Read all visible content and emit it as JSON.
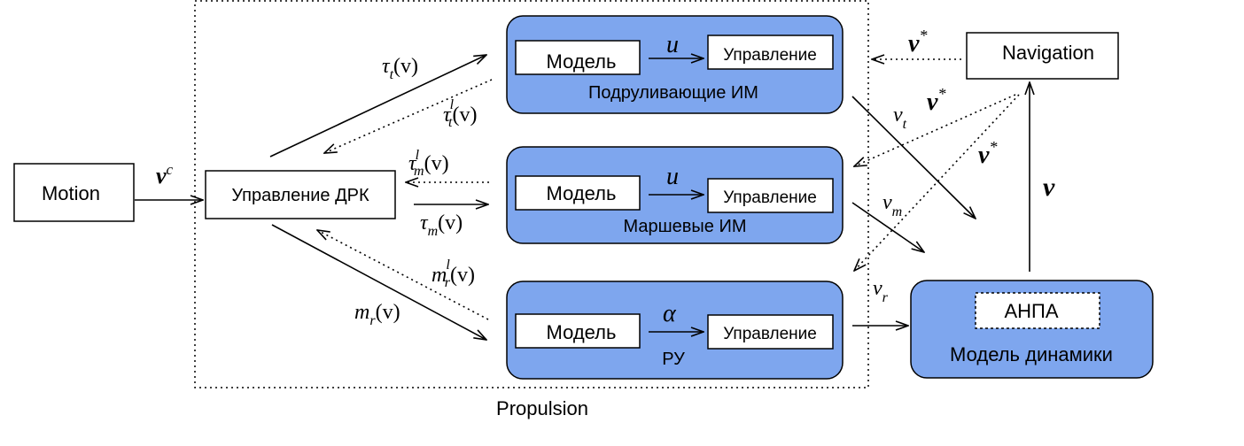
{
  "colors": {
    "block_fill": "#7EA6EE",
    "block_stroke": "#000000",
    "box_fill": "#FFFFFF",
    "line": "#000000"
  },
  "blocks": {
    "motion": "Motion",
    "navigation": "Navigation",
    "drk_control": "Управление ДРК",
    "propulsion": "Propulsion",
    "thrusters": {
      "title": "Подруливающие ИМ",
      "model": "Модель",
      "control": "Управление",
      "signal": "u"
    },
    "marching": {
      "title": "Маршевые ИМ",
      "model": "Модель",
      "control": "Управление",
      "signal": "u"
    },
    "rudder": {
      "title": "РУ",
      "model": "Модель",
      "control": "Управление",
      "signal": "α"
    },
    "dynamics": {
      "title": "Модель динамики",
      "inner": "АНПА"
    }
  },
  "labels": {
    "nu_c": {
      "base": "ν",
      "sup": "c"
    },
    "tau_t": {
      "base": "τ",
      "sub": "t",
      "arg": "(v)"
    },
    "tau_t_l": {
      "base": "τ",
      "sup": "l",
      "sub": "t",
      "arg": "(v)"
    },
    "tau_m_l": {
      "base": "τ",
      "sup": "l",
      "sub": "m",
      "arg": "(v)"
    },
    "tau_m": {
      "base": "τ",
      "sub": "m",
      "arg": "(v)"
    },
    "m_r_l": {
      "base": "m",
      "sup": "l",
      "sub": "r",
      "arg": "(v)"
    },
    "m_r": {
      "base": "m",
      "sub": "r",
      "arg": "(v)"
    },
    "nu_t": {
      "base": "ν",
      "sub": "t"
    },
    "nu_m": {
      "base": "ν",
      "sub": "m"
    },
    "nu_r": {
      "base": "ν",
      "sub": "r"
    },
    "v_star_nav": {
      "base": "v",
      "sup": "*"
    },
    "v_star_1": {
      "base": "v",
      "sup": "*"
    },
    "v_star_2": {
      "base": "v",
      "sup": "*"
    },
    "v_up": {
      "base": "v"
    }
  }
}
